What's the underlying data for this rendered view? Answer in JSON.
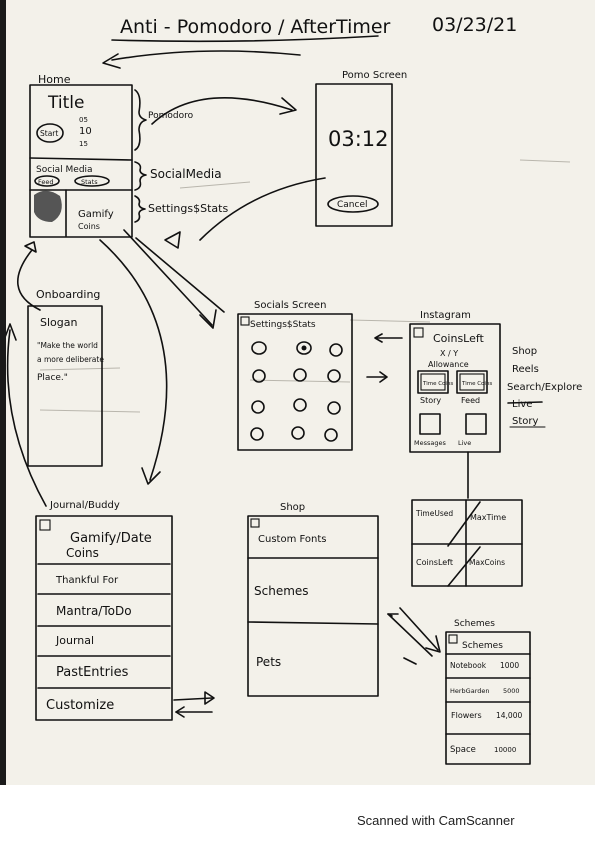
{
  "header": {
    "title": "Anti - Pomodoro / AfterTimer",
    "date": "03/23/21"
  },
  "home": {
    "label": "Home",
    "title": "Title",
    "start": "Start",
    "times": [
      "05",
      "10",
      "15"
    ],
    "social_media": "Social Media",
    "feed": "Feed",
    "stats": "Stats",
    "gamify": "Gamify",
    "coins": "Coins"
  },
  "home_braces": {
    "pomodoro": "Pomodoro",
    "social_media": "SocialMedia",
    "settings_stats": "Settings$Stats"
  },
  "pomo_screen": {
    "label": "Pomo Screen",
    "time": "03:12",
    "cancel": "Cancel"
  },
  "onboarding": {
    "label": "Onboarding",
    "slogan": "Slogan",
    "quote_lines": [
      "\"Make the world",
      "a more deliberate",
      "Place.\""
    ]
  },
  "socials_screen": {
    "label": "Socials Screen",
    "settings_stats": "Settings$Stats"
  },
  "instagram": {
    "label": "Instagram",
    "coins_left": "CoinsLeft",
    "ratio": "X / Y",
    "allowance": "Allowance",
    "time_coins": "Time Coins",
    "story": "Story",
    "feed": "Feed",
    "messages": "Messages",
    "live": "Live"
  },
  "instagram_notes": {
    "shop": "Shop",
    "reels": "Reels",
    "search": "Search/Explore",
    "live": "Live",
    "story": "Story"
  },
  "stats_box": {
    "time_used": "TimeUsed",
    "max_time": "MaxTime",
    "coins_left": "CoinsLeft",
    "max_coins": "MaxCoins"
  },
  "journal": {
    "label": "Journal/Buddy",
    "gamify": "Gamify/Date",
    "coins": "Coins",
    "rows": [
      "Thankful For",
      "Mantra/ToDo",
      "Journal",
      "PastEntries",
      "Customize"
    ]
  },
  "shop": {
    "label": "Shop",
    "rows": [
      "Custom Fonts",
      "Schemes",
      "Pets"
    ]
  },
  "schemes": {
    "label": "Schemes",
    "header": "Schemes",
    "rows": [
      {
        "name": "Notebook",
        "price": "1000"
      },
      {
        "name": "HerbGarden",
        "price": "5000"
      },
      {
        "name": "Flowers",
        "price": "14,000"
      },
      {
        "name": "Space",
        "price": "10000"
      }
    ]
  },
  "footer": "Scanned with CamScanner"
}
